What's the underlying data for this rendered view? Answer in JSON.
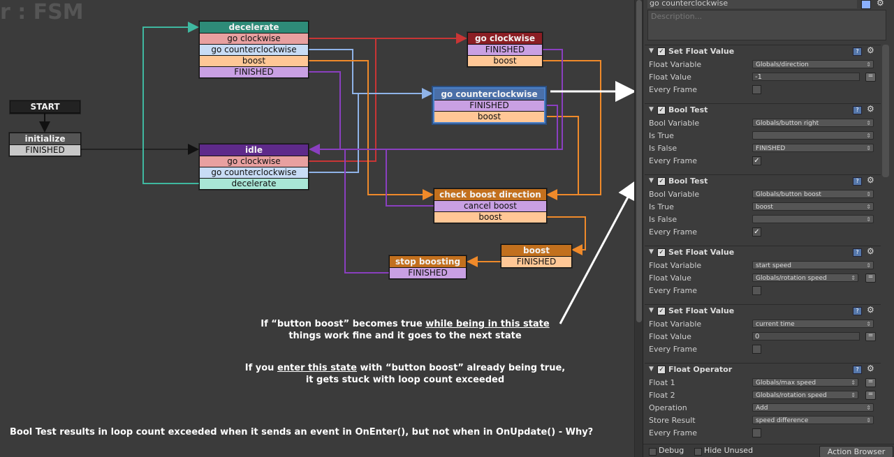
{
  "graph": {
    "title": "r : FSM",
    "start_label": "START",
    "states": {
      "decelerate": {
        "title": "decelerate",
        "events": [
          "go clockwise",
          "go counterclockwise",
          "boost",
          "FINISHED"
        ]
      },
      "initialize": {
        "title": "initialize",
        "events": [
          "FINISHED"
        ]
      },
      "idle": {
        "title": "idle",
        "events": [
          "go clockwise",
          "go counterclockwise",
          "decelerate"
        ]
      },
      "go_cw": {
        "title": "go clockwise",
        "events": [
          "FINISHED",
          "boost"
        ]
      },
      "go_ccw": {
        "title": "go counterclockwise",
        "events": [
          "FINISHED",
          "boost"
        ]
      },
      "check_boost": {
        "title": "check boost direction",
        "events": [
          "cancel boost",
          "boost"
        ]
      },
      "boost": {
        "title": "boost",
        "events": [
          "FINISHED"
        ]
      },
      "stop_boost": {
        "title": "stop boosting",
        "events": [
          "FINISHED"
        ]
      }
    },
    "annotation1": {
      "line1_pre": "If “button boost” becomes true ",
      "line1_u": "while being in this state",
      "line2": "things work fine and it goes to the next state"
    },
    "annotation2": {
      "line1_pre": "If you ",
      "line1_u": "enter this state",
      "line1_post": " with “button boost” already being true,",
      "line2": "it gets stuck with loop count exceeded"
    },
    "footer": "Bool Test results in loop count exceeded when it sends an event in OnEnter(), but not when in OnUpdate() - Why?"
  },
  "inspector": {
    "state_name": "go counterclockwise",
    "description_placeholder": "Description...",
    "actions": [
      {
        "name": "Set Float Value",
        "rows": [
          {
            "label": "Float Variable",
            "kind": "dropdown",
            "value": "Globals/direction"
          },
          {
            "label": "Float Value",
            "kind": "field",
            "value": "-1"
          },
          {
            "label": "Every Frame",
            "kind": "checkbox",
            "checked": false
          }
        ]
      },
      {
        "name": "Bool Test",
        "rows": [
          {
            "label": "Bool Variable",
            "kind": "dropdown",
            "value": "Globals/button right"
          },
          {
            "label": "Is True",
            "kind": "dropdown",
            "value": ""
          },
          {
            "label": "Is False",
            "kind": "dropdown",
            "value": "FINISHED"
          },
          {
            "label": "Every Frame",
            "kind": "checkbox",
            "checked": true
          }
        ]
      },
      {
        "name": "Bool Test",
        "rows": [
          {
            "label": "Bool Variable",
            "kind": "dropdown",
            "value": "Globals/button boost"
          },
          {
            "label": "Is True",
            "kind": "dropdown",
            "value": "boost"
          },
          {
            "label": "Is False",
            "kind": "dropdown",
            "value": ""
          },
          {
            "label": "Every Frame",
            "kind": "checkbox",
            "checked": true
          }
        ]
      },
      {
        "name": "Set Float Value",
        "rows": [
          {
            "label": "Float Variable",
            "kind": "dropdown",
            "value": "start speed"
          },
          {
            "label": "Float Value",
            "kind": "dropdown-eq",
            "value": "Globals/rotation speed"
          },
          {
            "label": "Every Frame",
            "kind": "checkbox",
            "checked": false
          }
        ]
      },
      {
        "name": "Set Float Value",
        "rows": [
          {
            "label": "Float Variable",
            "kind": "dropdown",
            "value": "current time"
          },
          {
            "label": "Float Value",
            "kind": "field",
            "value": "0"
          },
          {
            "label": "Every Frame",
            "kind": "checkbox",
            "checked": false
          }
        ]
      },
      {
        "name": "Float Operator",
        "rows": [
          {
            "label": "Float 1",
            "kind": "dropdown-eq",
            "value": "Globals/max speed"
          },
          {
            "label": "Float 2",
            "kind": "dropdown-eq",
            "value": "Globals/rotation speed"
          },
          {
            "label": "Operation",
            "kind": "dropdown",
            "value": "Add"
          },
          {
            "label": "Store Result",
            "kind": "dropdown",
            "value": "speed difference"
          },
          {
            "label": "Every Frame",
            "kind": "checkbox",
            "checked": false
          }
        ]
      }
    ],
    "bottom": {
      "debug_label": "Debug",
      "hide_unused_label": "Hide Unused",
      "action_browser_label": "Action Browser"
    }
  },
  "colors": {
    "teal": "#2e8b78",
    "red_header": "#8b1e24",
    "blue_header": "#4a6fa8",
    "purple_header": "#5e2a8a",
    "orange_header": "#c2701e",
    "gray_header": "#555555",
    "ev_red": "#e8a0a0",
    "ev_blue": "#c8dcf5",
    "ev_orange": "#ffc796",
    "ev_purple": "#c9a0e3",
    "ev_teal": "#a8e6d6",
    "ev_gray": "#c8c8c8"
  }
}
